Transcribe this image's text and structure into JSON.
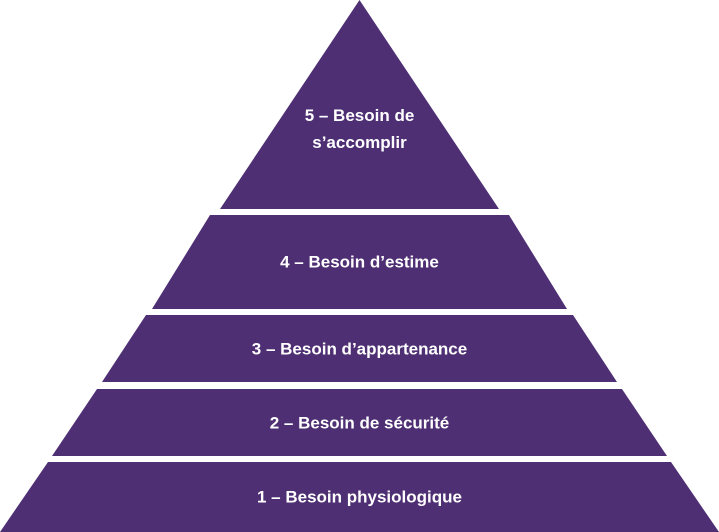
{
  "diagram": {
    "fill_color": "#4f2f74",
    "background_color": "#ffffff",
    "levels": [
      {
        "rank": "5",
        "lines": [
          "5 – Besoin de",
          "s’accomplir"
        ]
      },
      {
        "rank": "4",
        "lines": [
          "4 – Besoin d’estime"
        ]
      },
      {
        "rank": "3",
        "lines": [
          "3 – Besoin d’appartenance"
        ]
      },
      {
        "rank": "2",
        "lines": [
          "2 – Besoin de sécurité"
        ]
      },
      {
        "rank": "1",
        "lines": [
          "1 – Besoin physiologique"
        ]
      }
    ]
  }
}
